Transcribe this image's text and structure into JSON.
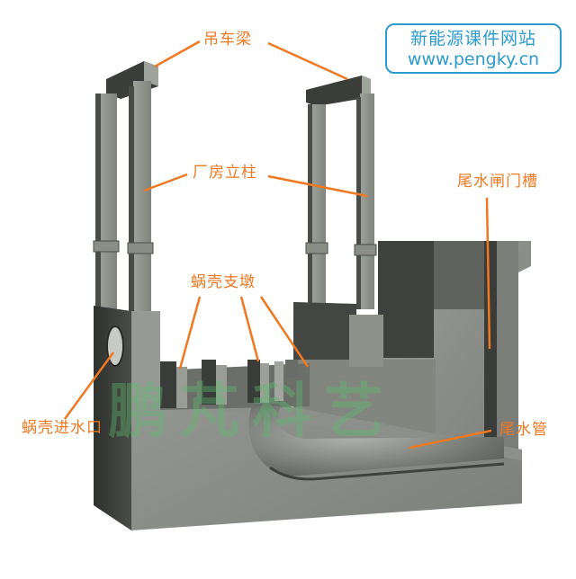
{
  "diagram": {
    "subject": "Hydropower station powerhouse cross-section (3D model)",
    "labels": {
      "crane_beam": "吊车梁",
      "powerhouse_column": "厂房立柱",
      "draft_gate_slot": "尾水闸门槽",
      "spiral_case_pier": "蜗壳支墩",
      "spiral_case_inlet": "蜗壳进水口",
      "draft_tube": "尾水管"
    },
    "brand": {
      "title": "新能源课件网站",
      "url": "www.pengky.cn"
    },
    "watermark": {
      "text": "鹏芃科艺"
    },
    "colors": {
      "label": "#f07820",
      "leader_line": "#f07820",
      "brand": "#2a9ad0",
      "concrete_light": "#8a8d88",
      "concrete_mid": "#6e716c",
      "concrete_dark": "#3e403d",
      "watermark": "#5abe6e"
    }
  }
}
